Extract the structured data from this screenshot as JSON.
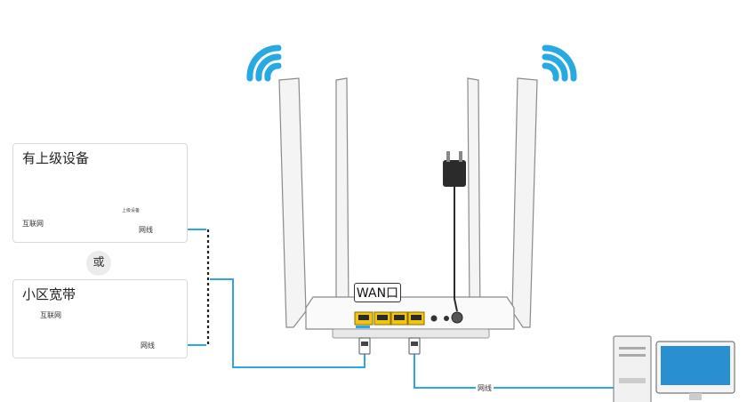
{
  "upper_device_panel": {
    "title": "有上级设备",
    "device_label": "上级设备",
    "internet_label": "互联网",
    "cable_label": "网线"
  },
  "or_label": "或",
  "community_panel": {
    "title": "小区宽带",
    "wall_port_label": "互联网",
    "cable_label": "网线"
  },
  "router": {
    "wan_label": "WAN口"
  },
  "pc_cable_label": "网线",
  "colors": {
    "cable": "#2ea6e6",
    "wan_port": "#f1c40f",
    "lan_port": "#f1c40f",
    "wifi": "#27a9e1",
    "panel_border": "#d9d9d9"
  },
  "icons": [
    "wifi-signal-icon",
    "power-adapter-icon",
    "ethernet-plug-icon",
    "desktop-computer-icon",
    "monitor-icon"
  ]
}
